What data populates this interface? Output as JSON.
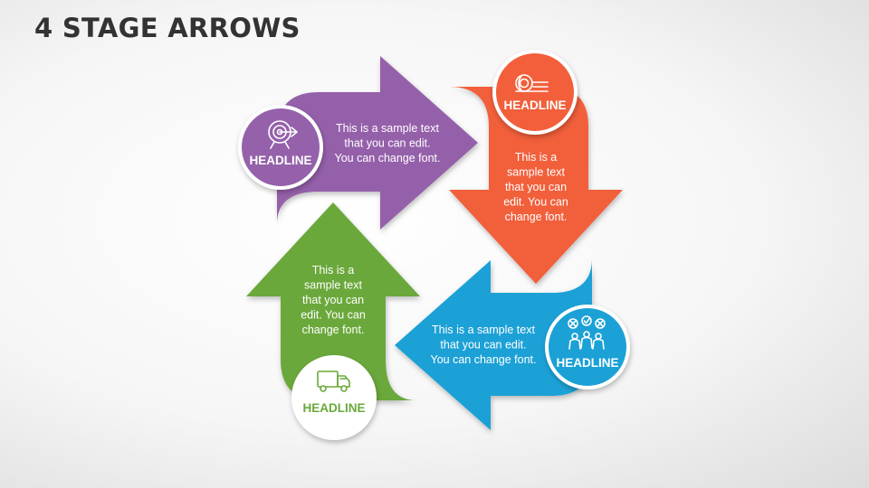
{
  "title": "4 STAGE ARROWS",
  "colors": {
    "purple": "#9561aa",
    "orange": "#f25f3a",
    "blue": "#1ba1d6",
    "green": "#6ba83a"
  },
  "stages": [
    {
      "id": "purple",
      "headline": "HEADLINE",
      "icon": "target-icon",
      "text": [
        "This is a sample text",
        "that you can edit.",
        "You can change font."
      ]
    },
    {
      "id": "orange",
      "headline": "HEADLINE",
      "icon": "cash-stack-icon",
      "text": [
        "This is a",
        "sample text",
        "that you can",
        "edit. You can",
        "change font."
      ]
    },
    {
      "id": "blue",
      "headline": "HEADLINE",
      "icon": "team-voting-icon",
      "text": [
        "This is a sample text",
        "that you can edit.",
        "You can change font."
      ]
    },
    {
      "id": "green",
      "headline": "HEADLINE",
      "icon": "delivery-truck-icon",
      "text": [
        "This is a",
        "sample text",
        "that you can",
        "edit. You can",
        "change font."
      ]
    }
  ]
}
